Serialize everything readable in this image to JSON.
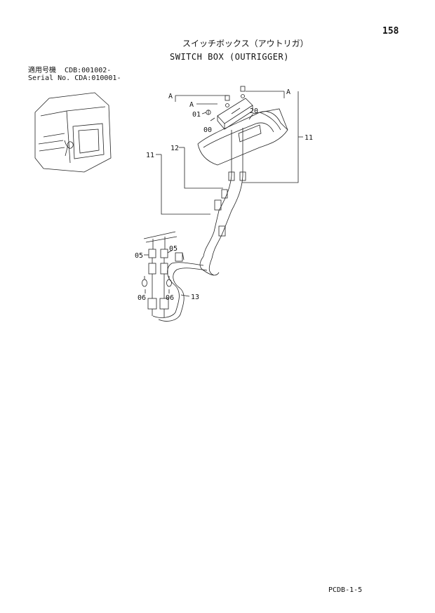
{
  "page_number": "158",
  "title_jp": "スイッチボックス（アウトリガ）",
  "title_en": "SWITCH BOX (OUTRIGGER)",
  "applicability": [
    {
      "label": "適用号機",
      "value": "CDB:001002-"
    },
    {
      "label": "Serial No.",
      "value": "CDA:010001-"
    }
  ],
  "callouts": {
    "A_top_left": "A",
    "A_top_right": "A",
    "A_inner": "A",
    "p01": "01",
    "p00": "00",
    "p20": "20",
    "p12": "12",
    "p11_left": "11",
    "p11_right": "11",
    "p05_left": "05",
    "p05_right": "05",
    "p06_left": "06",
    "p06_right": "06",
    "p13": "13"
  },
  "footer_code": "PCDB-1-5"
}
